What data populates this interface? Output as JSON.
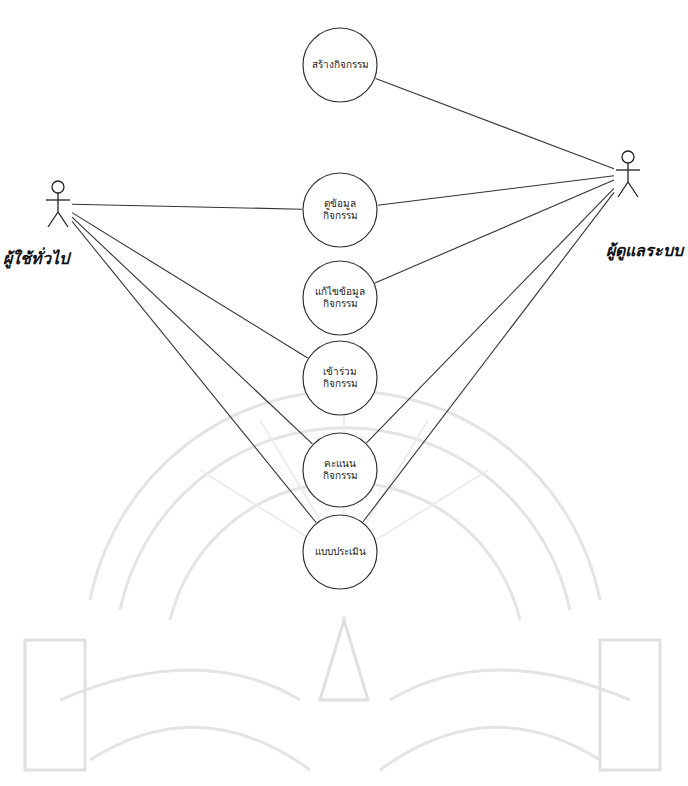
{
  "diagram": {
    "nodes": [
      {
        "text": [
          "ผู้ใช้ทั่วไป"
        ]
      },
      {
        "text": [
          "ผู้ดูแลระบบ"
        ]
      },
      {
        "text": [
          "สร้างกิจกรรม"
        ]
      },
      {
        "text": [
          "ดูข้อมูลกิจกรรม"
        ]
      },
      {
        "text": [
          "แก้ไขข้อมูลกิจกรรม"
        ]
      },
      {
        "text": [
          "เข้าร่วมกิจกรรม"
        ]
      },
      {
        "text": [
          "คะแนนกิจกรรม"
        ]
      },
      {
        "text": [
          "แบบประเมิน"
        ]
      }
    ],
    "edges": [
      {
        "from": 0,
        "to": 3,
        "arrow": "none"
      },
      {
        "from": 0,
        "to": 5,
        "arrow": "none"
      },
      {
        "from": 0,
        "to": 6,
        "arrow": "none"
      },
      {
        "from": 0,
        "to": 7,
        "arrow": "none"
      },
      {
        "from": 1,
        "to": 2,
        "arrow": "none"
      },
      {
        "from": 1,
        "to": 3,
        "arrow": "none"
      },
      {
        "from": 1,
        "to": 4,
        "arrow": "none"
      },
      {
        "from": 1,
        "to": 6,
        "arrow": "none"
      },
      {
        "from": 1,
        "to": 7,
        "arrow": "none"
      }
    ]
  }
}
